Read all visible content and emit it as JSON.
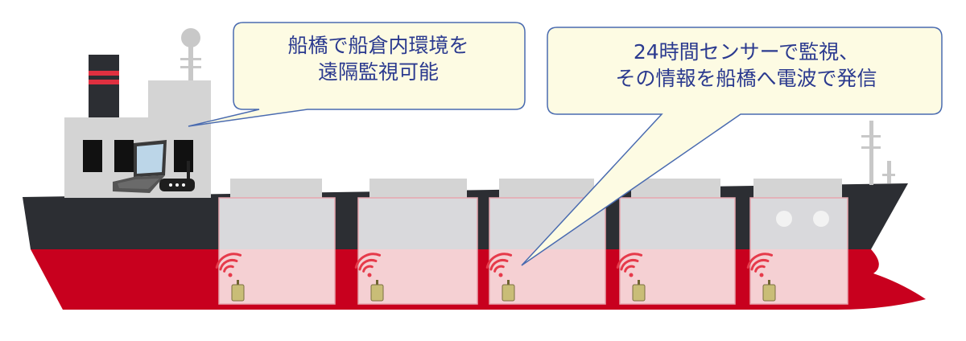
{
  "callouts": [
    {
      "line1": "船橋で船倉内環境を",
      "line2": "遠隔監視可能"
    },
    {
      "line1": "24時間センサーで監視、",
      "line2": "その情報を船橋へ電波で発信"
    }
  ],
  "colors": {
    "hull_red": "#c8001e",
    "hull_dark": "#2c2e33",
    "superstructure": "#d4d4d4",
    "hold_fill": "#f5d0d3",
    "hold_border": "#e7a6ae",
    "callout_fill": "#fdfbe3",
    "callout_border": "#4a6bb0",
    "text": "#2b3a8f",
    "sensor": "#c9bd77",
    "wave": "#e63a4a"
  },
  "icons": [
    "laptop-icon",
    "router-icon",
    "sensor-icon",
    "wireless-signal-icon",
    "radar-icon"
  ],
  "holds_count": 5
}
